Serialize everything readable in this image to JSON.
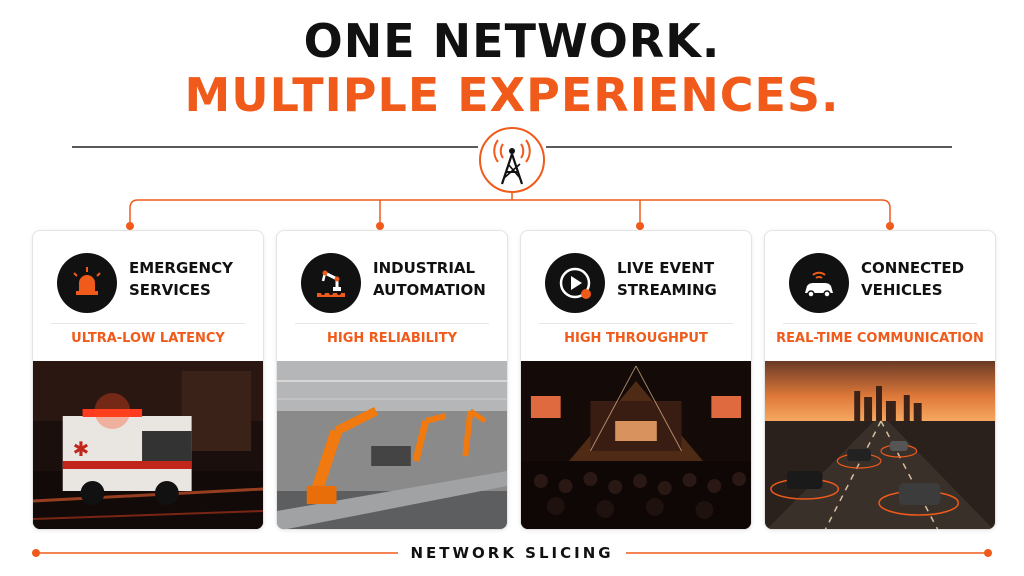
{
  "header": {
    "title_line1": "ONE NETWORK.",
    "title_line2": "MULTIPLE EXPERIENCES."
  },
  "hub": {
    "icon": "cell-tower-icon"
  },
  "colors": {
    "accent": "#f05a1a",
    "dark": "#111111",
    "line": "#222222"
  },
  "cards": [
    {
      "title": "EMERGENCY\nSERVICES",
      "subtitle": "ULTRA-LOW LATENCY",
      "icon": "siren-icon",
      "image": "ambulance-photo"
    },
    {
      "title": "INDUSTRIAL\nAUTOMATION",
      "subtitle": "HIGH RELIABILITY",
      "icon": "robot-arm-icon",
      "image": "factory-robots-photo"
    },
    {
      "title": "LIVE EVENT\nSTREAMING",
      "subtitle": "HIGH THROUGHPUT",
      "icon": "play-icon",
      "image": "concert-crowd-photo"
    },
    {
      "title": "CONNECTED\nVEHICLES",
      "subtitle": "REAL-TIME COMMUNICATION",
      "icon": "connected-car-icon",
      "image": "highway-traffic-photo"
    }
  ],
  "footer": {
    "label": "NETWORK SLICING"
  }
}
